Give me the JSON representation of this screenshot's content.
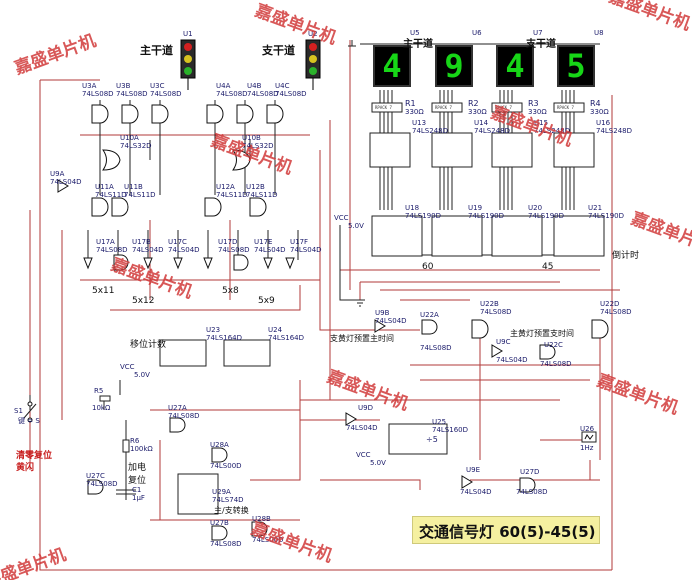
{
  "title": "交通信号灯  60(5)-45(5)",
  "lights": [
    {
      "ref": "U1",
      "label": "主干道"
    },
    {
      "ref": "U2",
      "label": "支干道"
    }
  ],
  "displays": [
    {
      "ref": "U5",
      "digit": "4",
      "label": "主干道"
    },
    {
      "ref": "U6",
      "digit": "9",
      "label": ""
    },
    {
      "ref": "U7",
      "digit": "4",
      "label": "支干道"
    },
    {
      "ref": "U8",
      "digit": "5",
      "label": ""
    }
  ],
  "resistor_packs": [
    {
      "ref": "R1",
      "value": "330Ω",
      "type": "RPACK 7"
    },
    {
      "ref": "R2",
      "value": "330Ω",
      "type": "RPACK 7"
    },
    {
      "ref": "R3",
      "value": "330Ω",
      "type": "RPACK 7"
    },
    {
      "ref": "R4",
      "value": "330Ω",
      "type": "RPACK 7"
    }
  ],
  "decoders": [
    {
      "ref": "U13",
      "part": "74LS248D"
    },
    {
      "ref": "U14",
      "part": "74LS248D"
    },
    {
      "ref": "U15",
      "part": "74LS248D"
    },
    {
      "ref": "U16",
      "part": "74LS248D"
    }
  ],
  "counters": [
    {
      "ref": "U18",
      "part": "74LS190D"
    },
    {
      "ref": "U19",
      "part": "74LS190D"
    },
    {
      "ref": "U20",
      "part": "74LS190D"
    },
    {
      "ref": "U21",
      "part": "74LS190D"
    }
  ],
  "gates_left": [
    {
      "ref": "U3A",
      "part": "74LS08D"
    },
    {
      "ref": "U3B",
      "part": "74LS08D"
    },
    {
      "ref": "U3C",
      "part": "74LS08D"
    },
    {
      "ref": "U10A",
      "part": "74LS32D"
    },
    {
      "ref": "U9A",
      "part": "74LS04D"
    },
    {
      "ref": "U11A",
      "part": "74LS11D"
    },
    {
      "ref": "U11B",
      "part": "74LS11D"
    },
    {
      "ref": "U17A",
      "part": "74LS08D"
    },
    {
      "ref": "U17B",
      "part": "74LS04D"
    },
    {
      "ref": "U17C",
      "part": "74LS04D"
    }
  ],
  "gates_right": [
    {
      "ref": "U4A",
      "part": "74LS08D"
    },
    {
      "ref": "U4B",
      "part": "74LS08D"
    },
    {
      "ref": "U4C",
      "part": "74LS08D"
    },
    {
      "ref": "U10B",
      "part": "74LS32D"
    },
    {
      "ref": "U12A",
      "part": "74LS11D"
    },
    {
      "ref": "U12B",
      "part": "74LS11D"
    },
    {
      "ref": "U17D",
      "part": "74LS08D"
    },
    {
      "ref": "U17E",
      "part": "74LS04D"
    },
    {
      "ref": "U17F",
      "part": "74LS04D"
    }
  ],
  "misc_parts": [
    {
      "ref": "U9B",
      "part": "74LS04D"
    },
    {
      "ref": "U22A",
      "part": "74LS08D"
    },
    {
      "ref": "U22B",
      "part": "74LS08D"
    },
    {
      "ref": "U9C",
      "part": "74LS04D"
    },
    {
      "ref": "U22C",
      "part": "74LS08D"
    },
    {
      "ref": "U22D",
      "part": "74LS08D"
    },
    {
      "ref": "U23",
      "part": "74LS164D"
    },
    {
      "ref": "U24",
      "part": "74LS164D"
    },
    {
      "ref": "U27A",
      "part": "74LS08D"
    },
    {
      "ref": "U28A",
      "part": "74LS00D"
    },
    {
      "ref": "U29A",
      "part": "74LS74D"
    },
    {
      "ref": "U27B",
      "part": "74LS08D"
    },
    {
      "ref": "U28B",
      "part": "74LS00D"
    },
    {
      "ref": "U9D",
      "part": "74LS04D"
    },
    {
      "ref": "U25",
      "part": "74LS160D"
    },
    {
      "ref": "U9E",
      "part": "74LS04D"
    },
    {
      "ref": "U27D",
      "part": "74LS08D"
    },
    {
      "ref": "U27C",
      "part": "74LS08D"
    }
  ],
  "passives": {
    "vcc_label": "VCC",
    "vcc_value": "5.0V",
    "r5": "R5",
    "r5_value": "10kΩ",
    "r6": "R6",
    "r6_value": "100kΩ",
    "c1": "C1",
    "c1_value": "1µF",
    "u26": "U26",
    "u26_value": "1Hz",
    "switch": "S1",
    "switch_key": "键 = S"
  },
  "notes": {
    "n60": "60",
    "n45": "45",
    "countdown": "倒计时",
    "x11": "5x11",
    "x12": "5x12",
    "x8": "5x8",
    "x9": "5x9",
    "shift_counter": "移位计数",
    "main_yellow_preset": "主黄灯预置支时间",
    "branch_yellow_preset": "支黄灯预置主时间",
    "power_on_reset": "加电\n复位",
    "clear_reset": "清零复位",
    "yellow_flash": "黄闪",
    "main_branch_switch": "主/支转换",
    "div5": "÷5"
  },
  "watermark": "嘉盛单片机"
}
